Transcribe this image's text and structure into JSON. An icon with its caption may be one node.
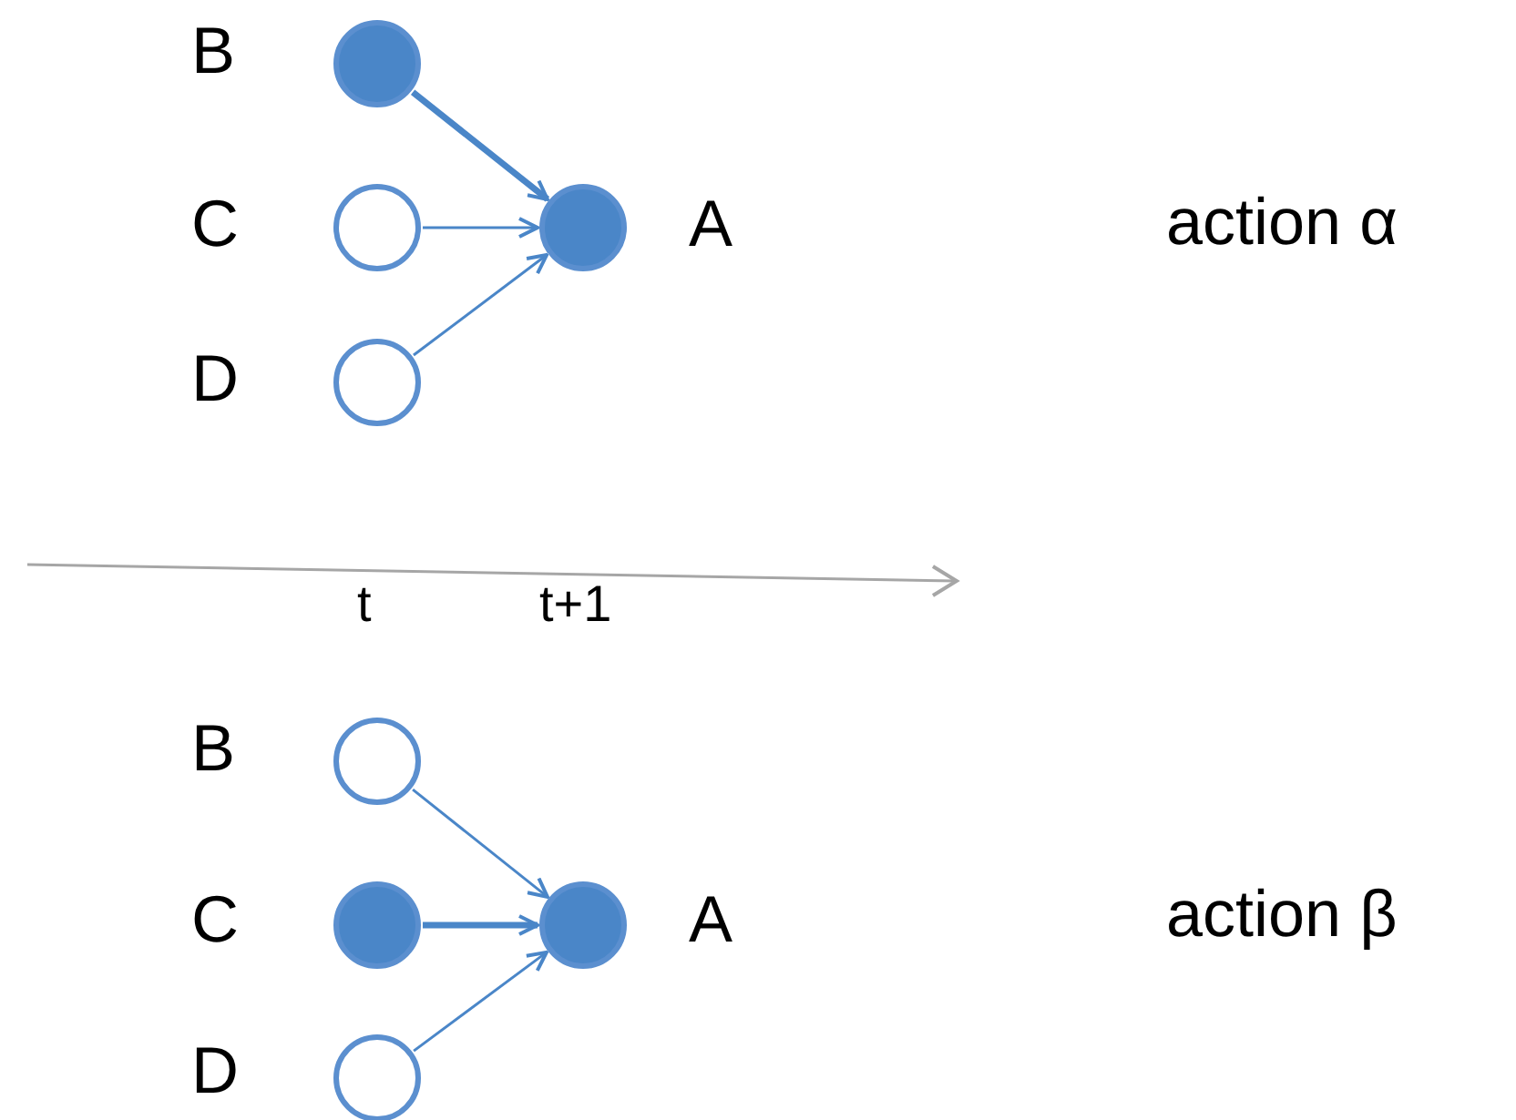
{
  "diagram": {
    "nodes": [
      {
        "text": [],
        "shape": "dot",
        "beside": [
          "B"
        ]
      },
      {
        "text": [],
        "shape": "circle",
        "beside": [
          "C"
        ]
      },
      {
        "text": [],
        "shape": "circle",
        "beside": [
          "D"
        ]
      },
      {
        "text": [],
        "shape": "dot",
        "beside": [
          "A"
        ]
      },
      {
        "text": [],
        "shape": "circle",
        "beside": [
          "B"
        ]
      },
      {
        "text": [],
        "shape": "dot",
        "beside": [
          "C"
        ]
      },
      {
        "text": [],
        "shape": "circle",
        "beside": [
          "D"
        ]
      },
      {
        "text": [],
        "shape": "dot",
        "beside": [
          "A"
        ]
      }
    ],
    "edges": [
      {
        "from": 0,
        "to": 3,
        "arrow": "to",
        "style": "thick"
      },
      {
        "from": 1,
        "to": 3,
        "arrow": "to"
      },
      {
        "from": 2,
        "to": 3,
        "arrow": "to"
      },
      {
        "from": 4,
        "to": 7,
        "arrow": "to"
      },
      {
        "from": 5,
        "to": 7,
        "arrow": "to",
        "style": "thick"
      },
      {
        "from": 6,
        "to": 7,
        "arrow": "to"
      }
    ],
    "labels": [
      "action α",
      "t",
      "t+1",
      "action β"
    ]
  }
}
